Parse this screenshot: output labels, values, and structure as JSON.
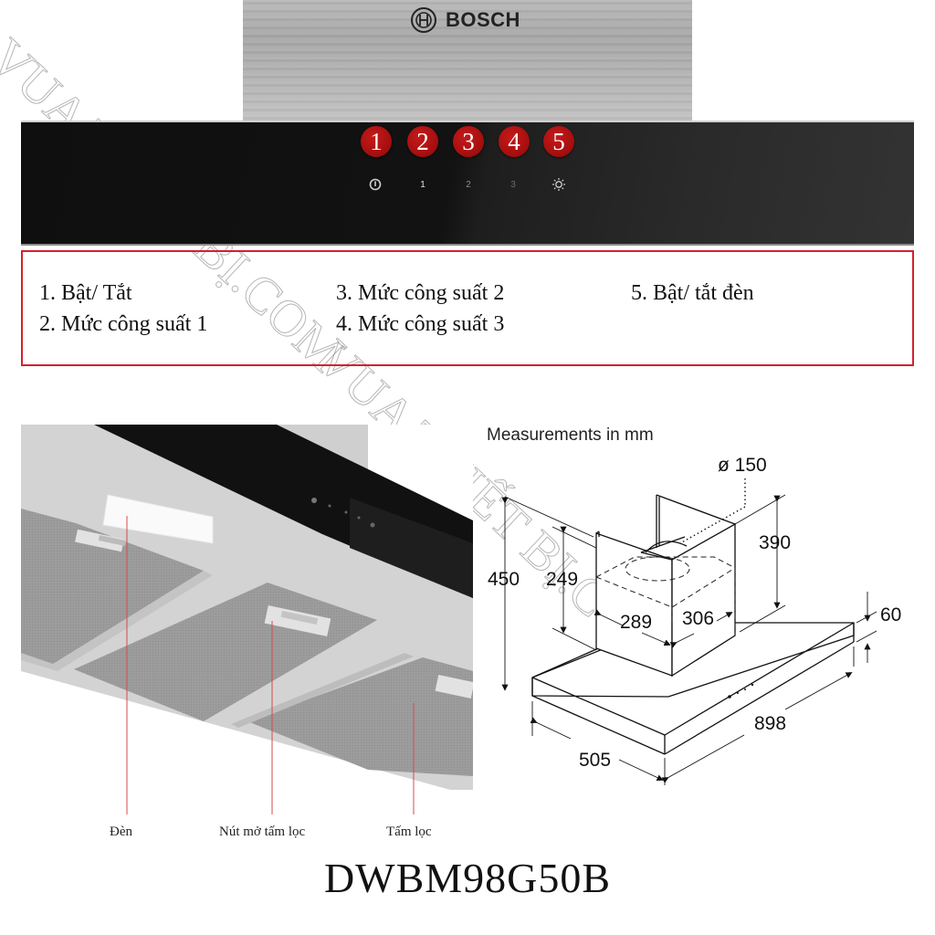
{
  "brand": {
    "name": "BOSCH",
    "logo_icon": "bosch-armature-logo"
  },
  "control_panel": {
    "badges": [
      "1",
      "2",
      "3",
      "4",
      "5"
    ],
    "controls": [
      {
        "id": 1,
        "icon": "power-icon",
        "glyph": "⏻"
      },
      {
        "id": 2,
        "icon": "level-1-icon",
        "glyph": "1"
      },
      {
        "id": 3,
        "icon": "level-2-icon",
        "glyph": "2"
      },
      {
        "id": 4,
        "icon": "level-3-icon",
        "glyph": "3"
      },
      {
        "id": 5,
        "icon": "light-icon",
        "glyph": "☼"
      }
    ],
    "badge_color": "#a30e0e"
  },
  "legend": {
    "border_color": "#d6202c",
    "items": [
      "1. Bật/ Tắt",
      "2. Mức công suất 1",
      "3. Mức công suất 2",
      "4. Mức công suất 3",
      "5. Bật/ tắt đèn"
    ]
  },
  "photo": {
    "callouts": [
      "Đèn",
      "Nút mở tấm lọc",
      "Tấm lọc"
    ],
    "callout_line_color": "#d94a4a"
  },
  "drawing": {
    "title": "Measurements in mm",
    "dimensions": {
      "duct_diameter": "ø 150",
      "total_height": "450",
      "chimney_inner_height": "249",
      "chimney_upper_height": "390",
      "chimney_width": "289",
      "chimney_depth": "306",
      "canopy_thickness": "60",
      "canopy_width": "898",
      "canopy_depth": "505"
    }
  },
  "model": "DWBM98G50B",
  "watermark": "VUA THIẾT BỊ.COM"
}
